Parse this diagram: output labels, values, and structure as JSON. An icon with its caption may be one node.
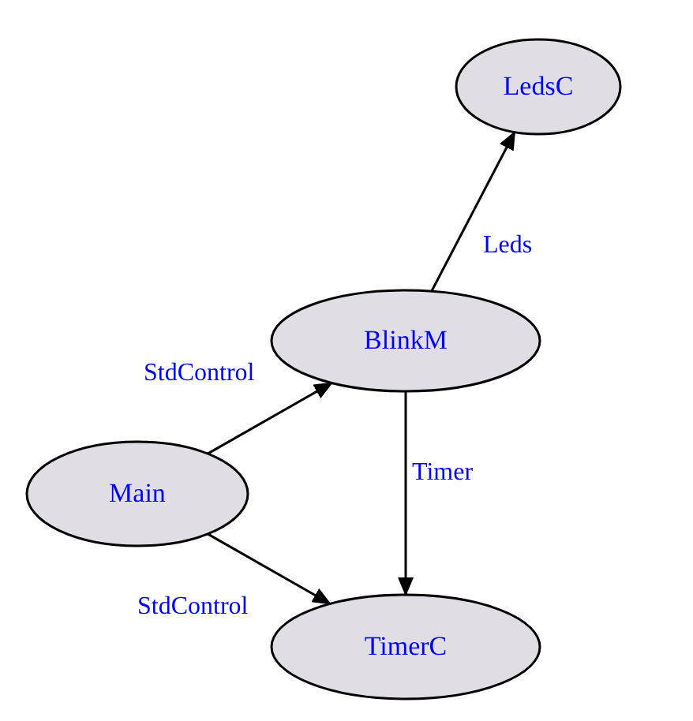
{
  "diagram": {
    "nodes": [
      {
        "text": [
          "LedsC"
        ]
      },
      {
        "text": [
          "BlinkM"
        ]
      },
      {
        "text": [
          "Main"
        ]
      },
      {
        "text": [
          "TimerC"
        ]
      }
    ],
    "edges": [
      {
        "from": 1,
        "to": 0,
        "arrow": "to",
        "label": "Leds"
      },
      {
        "from": 2,
        "to": 1,
        "arrow": "to",
        "label": "StdControl"
      },
      {
        "from": 1,
        "to": 3,
        "arrow": "to",
        "label": "Timer"
      },
      {
        "from": 2,
        "to": 3,
        "arrow": "to",
        "label": "StdControl"
      }
    ]
  }
}
